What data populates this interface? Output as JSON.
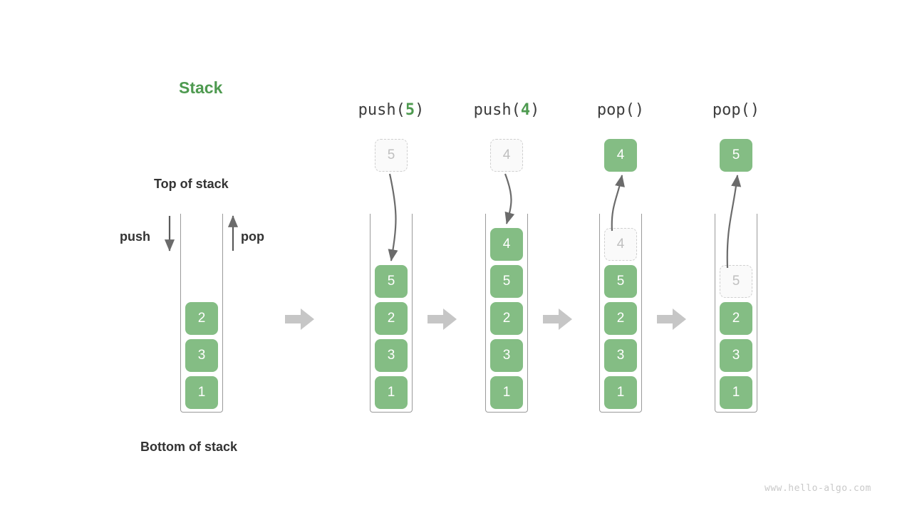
{
  "diagram": {
    "title": "Stack",
    "top_label": "Top of stack",
    "bottom_label": "Bottom of stack",
    "push_label": "push",
    "pop_label": "pop",
    "watermark": "www.hello-algo.com",
    "accent_color": "#4e9a50",
    "cell_color": "#84bd84",
    "ghost_border_color": "#cfcfcf",
    "arrow_color": "#6b6b6b",
    "flow_arrow_color": "#c6c6c6"
  },
  "initial_stack": {
    "cells": [
      "2",
      "3",
      "1"
    ]
  },
  "steps": [
    {
      "header_fn": "push(",
      "header_arg": "5",
      "header_close": ")",
      "floating": {
        "value": "5",
        "style": "ghost",
        "position": "above"
      },
      "direction": "in",
      "cells": [
        {
          "value": "5",
          "style": "solid"
        },
        {
          "value": "2",
          "style": "solid"
        },
        {
          "value": "3",
          "style": "solid"
        },
        {
          "value": "1",
          "style": "solid"
        }
      ]
    },
    {
      "header_fn": "push(",
      "header_arg": "4",
      "header_close": ")",
      "floating": {
        "value": "4",
        "style": "ghost",
        "position": "above"
      },
      "direction": "in",
      "cells": [
        {
          "value": "4",
          "style": "solid"
        },
        {
          "value": "5",
          "style": "solid"
        },
        {
          "value": "2",
          "style": "solid"
        },
        {
          "value": "3",
          "style": "solid"
        },
        {
          "value": "1",
          "style": "solid"
        }
      ]
    },
    {
      "header_fn": "pop(",
      "header_arg": "",
      "header_close": ")",
      "floating": {
        "value": "4",
        "style": "solid",
        "position": "above"
      },
      "direction": "out",
      "cells": [
        {
          "value": "4",
          "style": "ghost"
        },
        {
          "value": "5",
          "style": "solid"
        },
        {
          "value": "2",
          "style": "solid"
        },
        {
          "value": "3",
          "style": "solid"
        },
        {
          "value": "1",
          "style": "solid"
        }
      ]
    },
    {
      "header_fn": "pop(",
      "header_arg": "",
      "header_close": ")",
      "floating": {
        "value": "5",
        "style": "solid",
        "position": "above"
      },
      "direction": "out",
      "cells": [
        {
          "value": "5",
          "style": "ghost"
        },
        {
          "value": "2",
          "style": "solid"
        },
        {
          "value": "3",
          "style": "solid"
        },
        {
          "value": "1",
          "style": "solid"
        }
      ]
    }
  ]
}
